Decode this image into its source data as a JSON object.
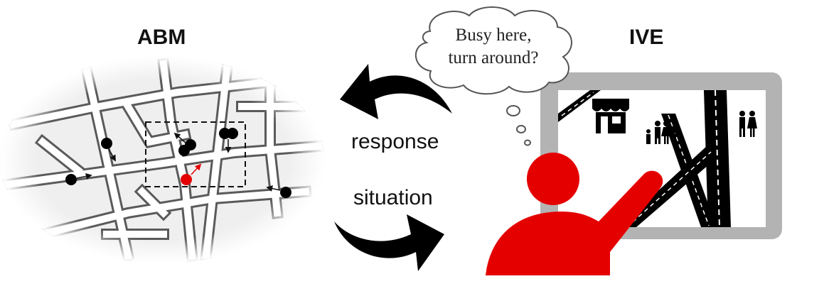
{
  "left_panel": {
    "title": "ABM"
  },
  "right_panel": {
    "title": "IVE"
  },
  "arrows": {
    "upper_label": "response",
    "lower_label": "situation"
  },
  "thought_bubble": {
    "line1": "Busy here,",
    "line2": "turn around?"
  },
  "colors": {
    "agent_highlight": "#e50000",
    "agents": "#000000",
    "screen_frame": "#b3b3b3",
    "person": "#e50000"
  },
  "icons": [
    "shop-icon",
    "family-icon",
    "couple-icon",
    "person-pointing-icon",
    "agent-dot-icon",
    "curved-arrow-icon"
  ]
}
